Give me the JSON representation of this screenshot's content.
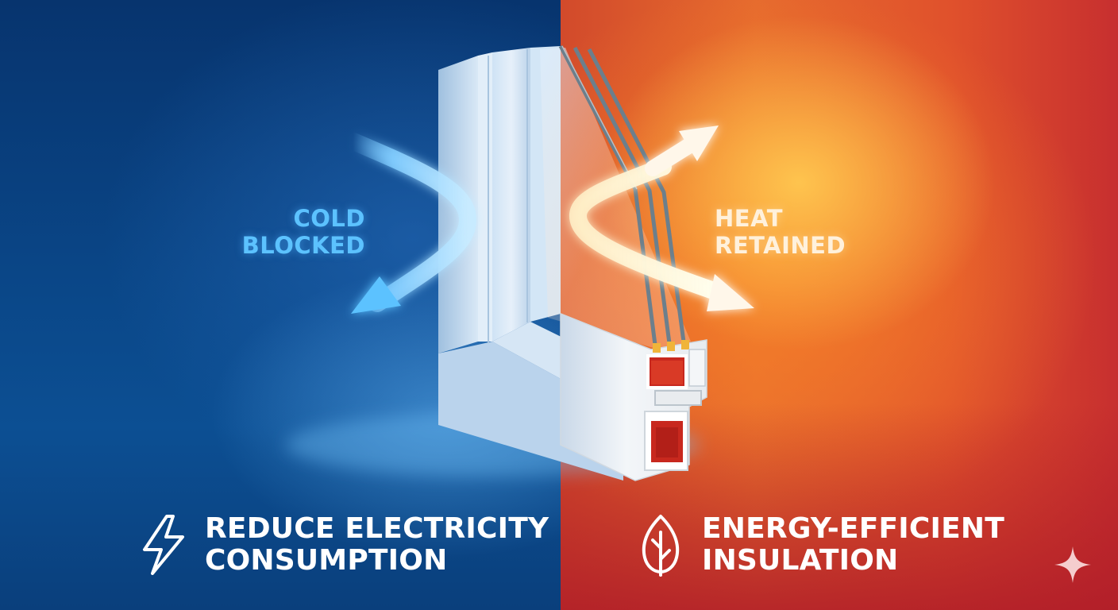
{
  "labels": {
    "cold": [
      "COLD",
      "BLOCKED"
    ],
    "heat": [
      "HEAT",
      "RETAINED"
    ]
  },
  "features": [
    {
      "icon": "lightning-bolt-icon",
      "lines": [
        "REDUCE ELECTRICITY",
        "CONSUMPTION"
      ]
    },
    {
      "icon": "leaf-icon",
      "lines": [
        "ENERGY-EFFICIENT",
        "INSULATION"
      ]
    }
  ],
  "colors": {
    "cold_accent": "#5cc2ff",
    "heat_accent": "#ffe1b0",
    "cold_background": "#0b4687",
    "warm_background": "#e25a2c",
    "frame_pvc": "#eef3f8",
    "frame_chamber_red": "#c8281e"
  },
  "corner_icon": "sparkle-icon"
}
